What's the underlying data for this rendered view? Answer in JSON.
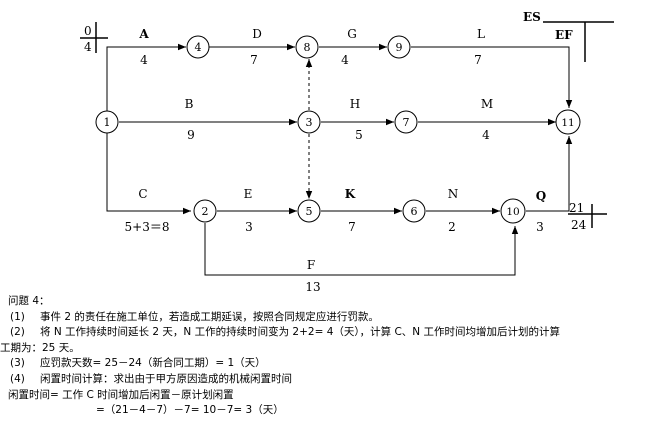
{
  "legend": {
    "es": "ES",
    "ef": "EF"
  },
  "node1_times": {
    "es": "0",
    "ef": "4"
  },
  "node10_times": {
    "es": "21",
    "ef": "24"
  },
  "nodes": [
    {
      "id": "1",
      "label": "1"
    },
    {
      "id": "2",
      "label": "2"
    },
    {
      "id": "3",
      "label": "3"
    },
    {
      "id": "4",
      "label": "4"
    },
    {
      "id": "5",
      "label": "5"
    },
    {
      "id": "6",
      "label": "6"
    },
    {
      "id": "7",
      "label": "7"
    },
    {
      "id": "8",
      "label": "8"
    },
    {
      "id": "9",
      "label": "9"
    },
    {
      "id": "10",
      "label": "10"
    },
    {
      "id": "11",
      "label": "11"
    }
  ],
  "activities": [
    {
      "name": "A",
      "duration": "4"
    },
    {
      "name": "D",
      "duration": "7"
    },
    {
      "name": "G",
      "duration": "4"
    },
    {
      "name": "L",
      "duration": "7"
    },
    {
      "name": "B",
      "duration": "9"
    },
    {
      "name": "H",
      "duration": "5"
    },
    {
      "name": "M",
      "duration": "4"
    },
    {
      "name": "C",
      "duration": "5+3＝8"
    },
    {
      "name": "E",
      "duration": "3"
    },
    {
      "name": "K",
      "duration": "7"
    },
    {
      "name": "N",
      "duration": "2"
    },
    {
      "name": "Q",
      "duration": "3"
    },
    {
      "name": "F",
      "duration": "13"
    }
  ],
  "notes": {
    "title": "问题 4：",
    "item1_num": "(1)",
    "item1": "事件 2 的责任在施工单位，若造成工期延误，按照合同规定应进行罚款。",
    "item2_num": "(2)",
    "item2a": "将 N 工作持续时间延长 2 天，N 工作的持续时间变为 2+2= 4（天），计算 C、N 工作时间均增加后计划的计算",
    "item2b": "工期为：25 天。",
    "item3_num": "(3)",
    "item3": "应罚款天数= 25－24（新合同工期）= 1（天）",
    "item4_num": "(4)",
    "item4": "闲置时间计算：求出由于甲方原因造成的机械闲置时间",
    "line5": "闲置时间= 工作 C 时间增加后闲置－原计划闲置",
    "line6": "=（21－4－7）－7= 10－7= 3（天）"
  }
}
